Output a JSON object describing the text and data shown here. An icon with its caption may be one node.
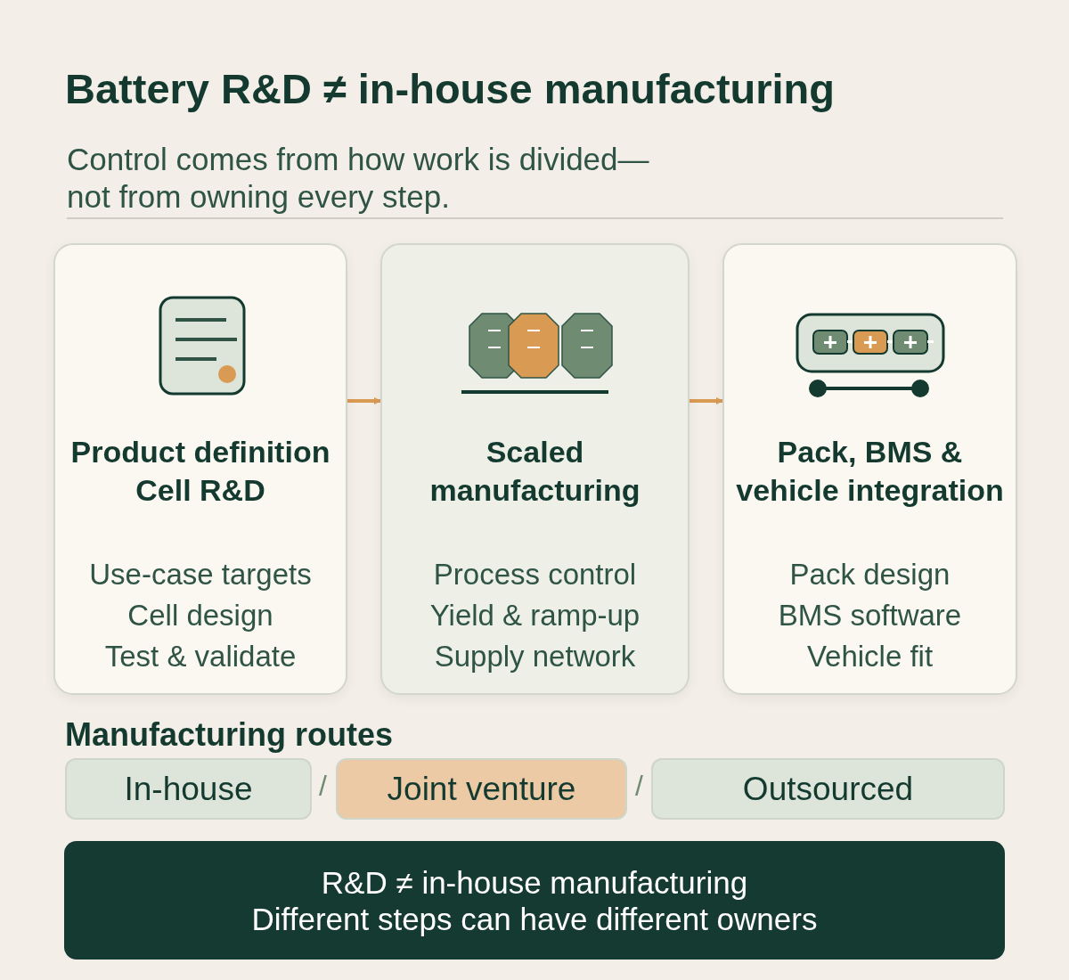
{
  "diagram": {
    "title": "Battery R&D ≠ in-house manufacturing",
    "nodes": [
      {
        "text": [
          "Product definition Cell R&D",
          "Use-case targets",
          "Cell design",
          "Test & validate"
        ]
      },
      {
        "text": [
          "Scaled manufacturing",
          "Process control",
          "Yield & ramp-up",
          "Supply network"
        ]
      },
      {
        "text": [
          "Pack, BMS & vehicle integration",
          "Pack design",
          "BMS software",
          "Vehicle fit"
        ]
      },
      {
        "text": [
          "In-house"
        ]
      },
      {
        "text": [
          "Joint venture"
        ]
      },
      {
        "text": [
          "Outsourced"
        ]
      },
      {
        "text": [
          "R&D ≠ in-house manufacturing",
          "Different steps can have different owners"
        ]
      }
    ],
    "edges": [
      {
        "from": 0,
        "to": 1,
        "arrow": "to"
      },
      {
        "from": 1,
        "to": 2,
        "arrow": "to"
      }
    ],
    "labels": [
      "Control comes from how work is divided— not from owning every step.",
      "Manufacturing routes",
      "/",
      "/"
    ]
  }
}
